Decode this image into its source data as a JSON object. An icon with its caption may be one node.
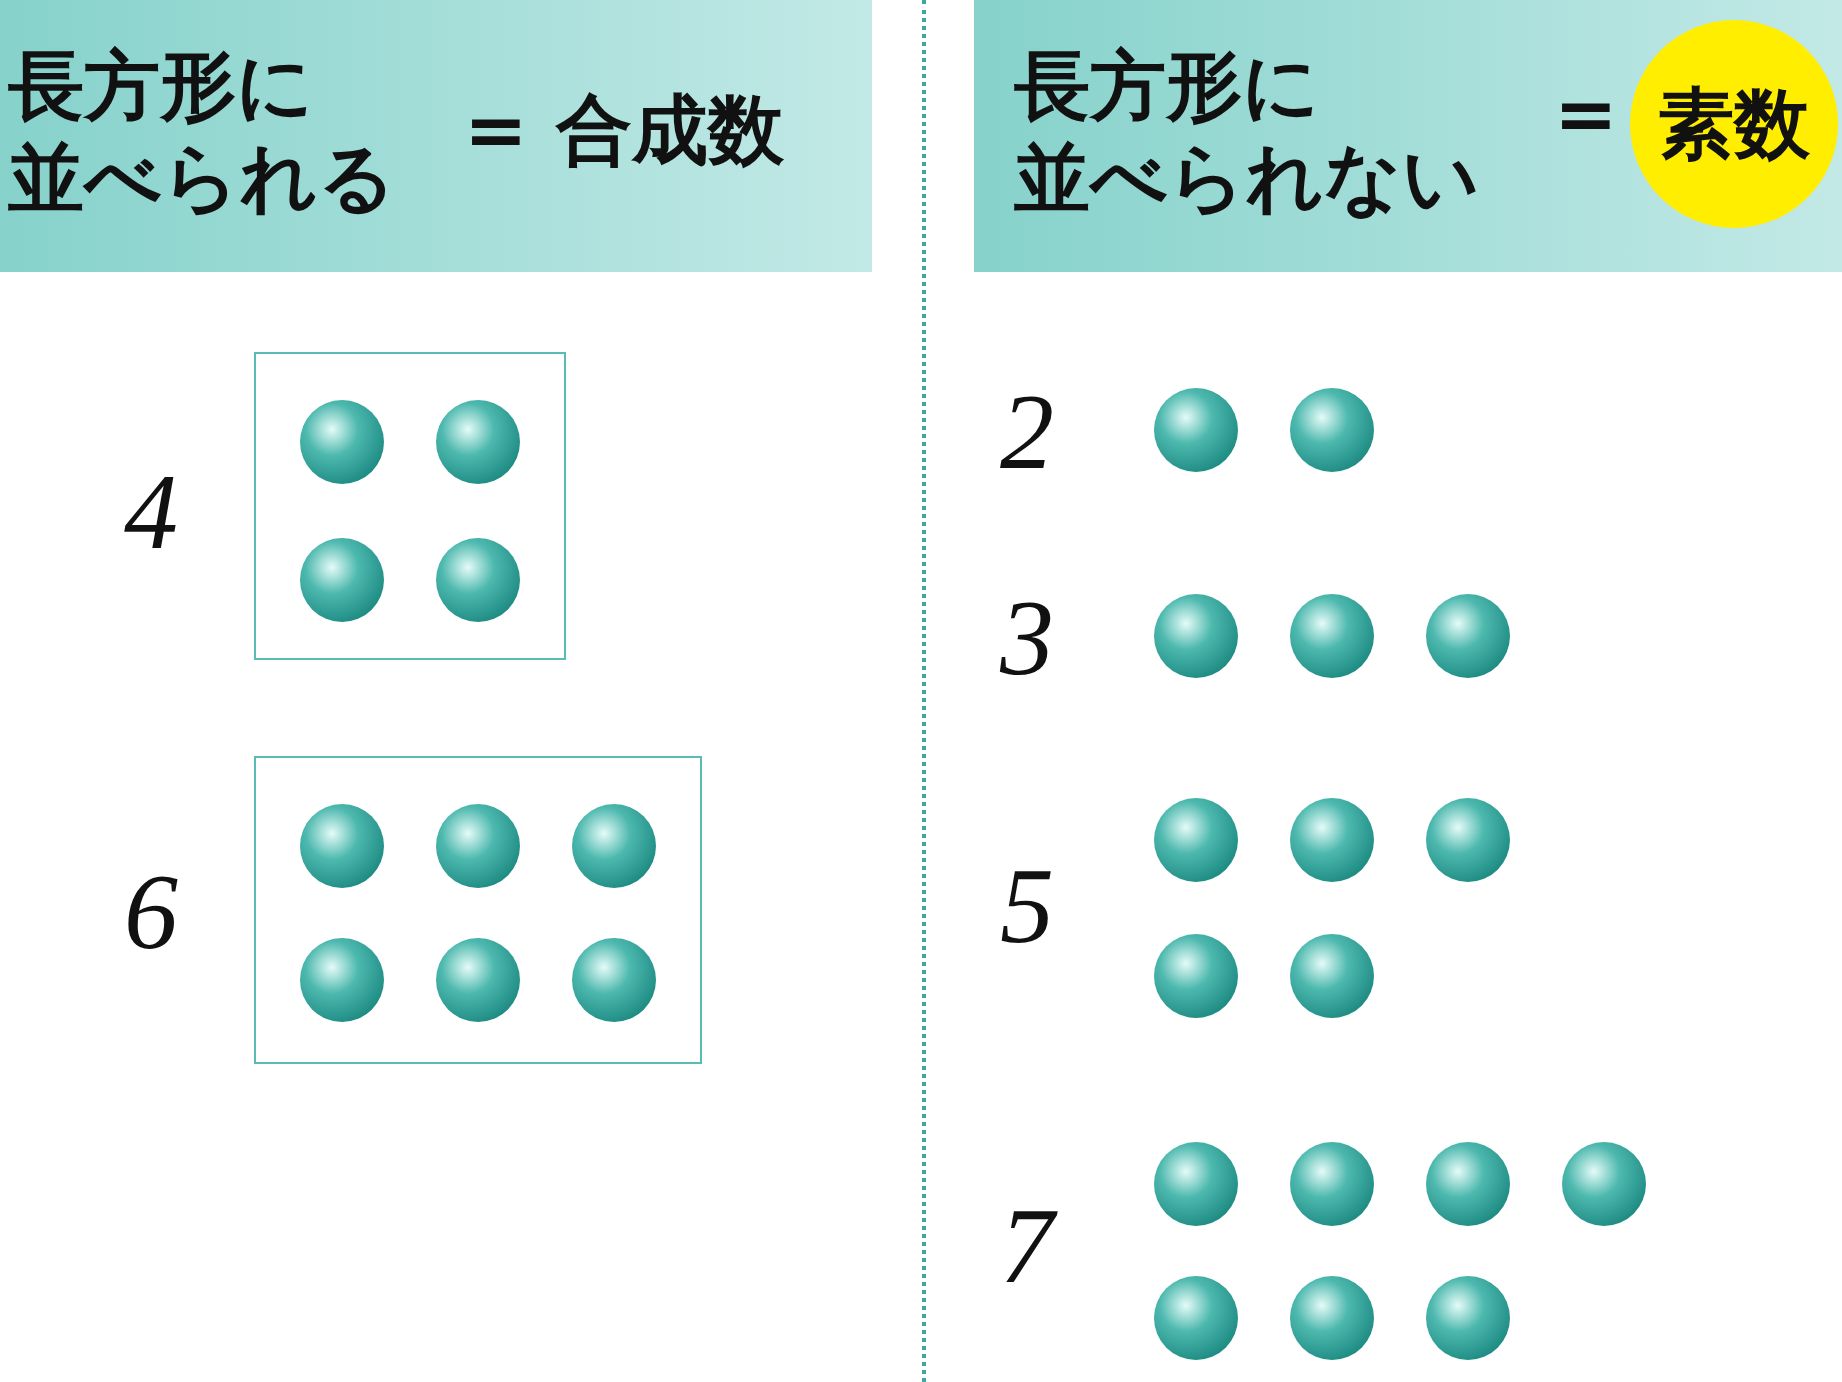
{
  "diagram": {
    "nodes": [
      {
        "text": [
          "長方形に並べられる",
          "=",
          "合成数"
        ]
      },
      {
        "text": [],
        "shape": "box",
        "beside": [
          "4"
        ]
      },
      {
        "text": [],
        "shape": "box",
        "beside": [
          "6"
        ]
      },
      {
        "text": [
          "長方形に並べられない",
          "="
        ]
      },
      {
        "text": [
          "素数"
        ],
        "in": 3
      }
    ],
    "labels": [
      "2",
      "3",
      "5",
      "7"
    ]
  }
}
